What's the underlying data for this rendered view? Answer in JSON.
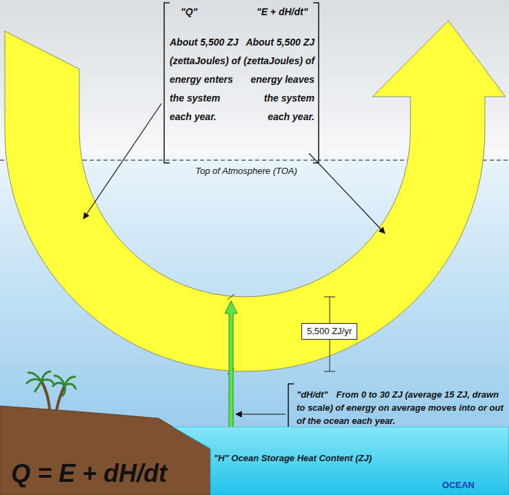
{
  "diagram": {
    "nodes": [
      {
        "text": [
          "5,500 ZJ/yr"
        ]
      },
      {
        "text": [
          "\"H\" Ocean Storage Heat Content (ZJ)",
          "OCEAN"
        ]
      }
    ],
    "labels": [
      "\"Q\"",
      "\"E + dH/dt\"",
      "About 5,500 ZJ (zettaJoules) of energy enters the system each year.",
      "About 5,500 ZJ (zettaJoules) of energy leaves the system each year.",
      "Top of Atmosphere (TOA)",
      "\"dH/dt\"",
      "From 0 to 30 ZJ (average 15 ZJ, drawn to scale) of energy on average moves into or out of the ocean each year.",
      "Q = E + dH/dt"
    ]
  }
}
